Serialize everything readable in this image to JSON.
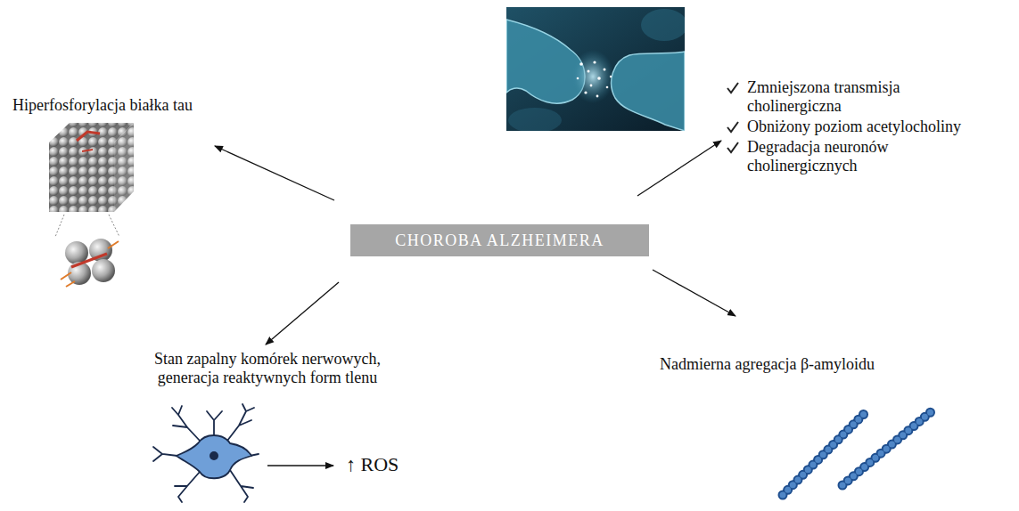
{
  "diagram": {
    "nodes": [
      {
        "text": [
          "Hiperfosforylacja białka tau"
        ]
      },
      {
        "text": [
          "Zmniejszona transmisja cholinergiczna",
          "Obniżony poziom acetylocholiny",
          "Degradacja neuronów cholinergicznych"
        ]
      },
      {
        "text": [
          "CHOROBA ALZHEIMERA"
        ]
      },
      {
        "text": [
          "Stan zapalny komórek nerwowych, generacja reaktywnych form tlenu"
        ]
      },
      {
        "text": [
          "Nadmierna agregacja β-amyloidu"
        ]
      }
    ],
    "edges": [
      {
        "from": 2,
        "to": 0,
        "arrow": "to"
      },
      {
        "from": 2,
        "to": 1,
        "arrow": "to"
      },
      {
        "from": 2,
        "to": 3,
        "arrow": "to"
      },
      {
        "from": 2,
        "to": 4,
        "arrow": "to"
      }
    ],
    "labels": [
      "↑ ROS"
    ]
  }
}
